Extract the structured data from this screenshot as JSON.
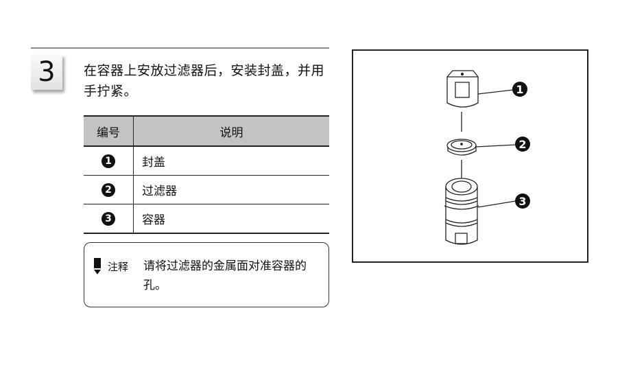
{
  "step": {
    "number": "3",
    "instruction": "在容器上安放过滤器后，安装封盖，并用手拧紧。"
  },
  "table": {
    "headers": [
      "编号",
      "说明"
    ],
    "rows": [
      {
        "num": "1",
        "desc": "封盖"
      },
      {
        "num": "2",
        "desc": "过滤器"
      },
      {
        "num": "3",
        "desc": "容器"
      }
    ]
  },
  "note": {
    "label": "注释",
    "text": "请将过滤器的金属面对准容器的孔。"
  },
  "figure": {
    "callouts": [
      "1",
      "2",
      "3"
    ]
  }
}
